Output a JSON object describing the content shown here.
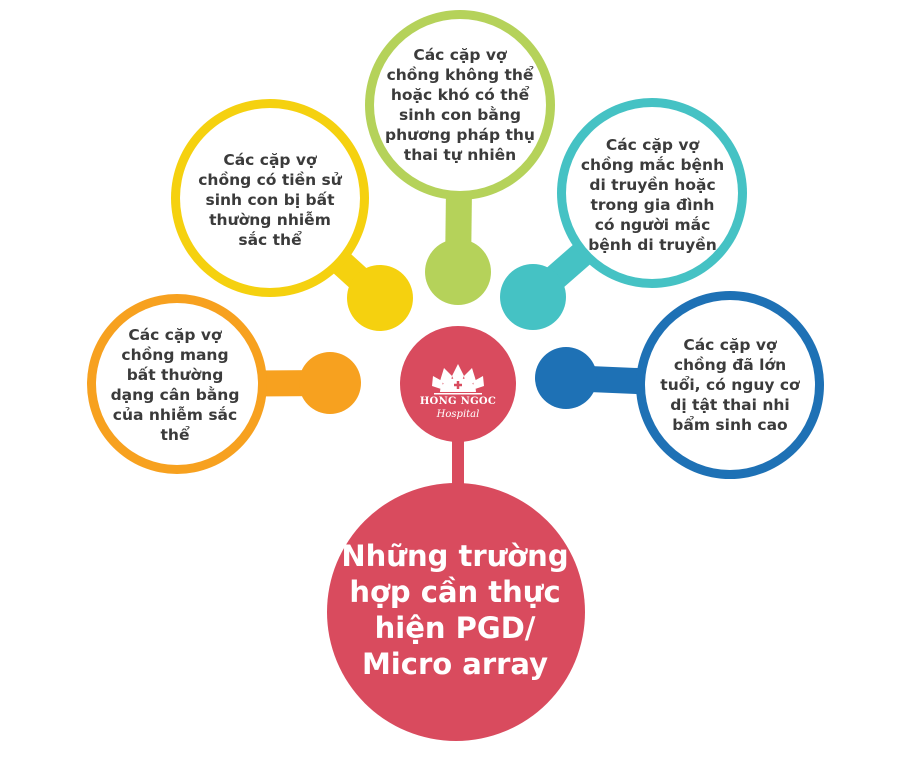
{
  "center": {
    "title": "Những trường hợp cần thực hiện PGD/ Micro array",
    "color": "#D94B5E"
  },
  "logo": {
    "name": "HONG NGOC",
    "sub": "Hospital"
  },
  "items": [
    {
      "text": "Các cặp vợ chồng mang bất thường dạng cân bằng của nhiễm sắc thể",
      "color": "#F7A11F"
    },
    {
      "text": "Các cặp vợ chồng có tiền sử sinh con bị bất thường nhiễm sắc thể",
      "color": "#F5D10F"
    },
    {
      "text": "Các cặp vợ chồng không thể hoặc khó có thể sinh con bằng phương pháp thụ thai tự nhiên",
      "color": "#B5D25A"
    },
    {
      "text": "Các cặp vợ chồng mắc bệnh di truyền hoặc trong gia đình có người mắc bệnh di truyền",
      "color": "#45C2C4"
    },
    {
      "text": "Các cặp vợ chồng đã lớn tuổi, có nguy cơ dị tật thai nhi bẩm sinh cao",
      "color": "#1E71B5"
    }
  ]
}
